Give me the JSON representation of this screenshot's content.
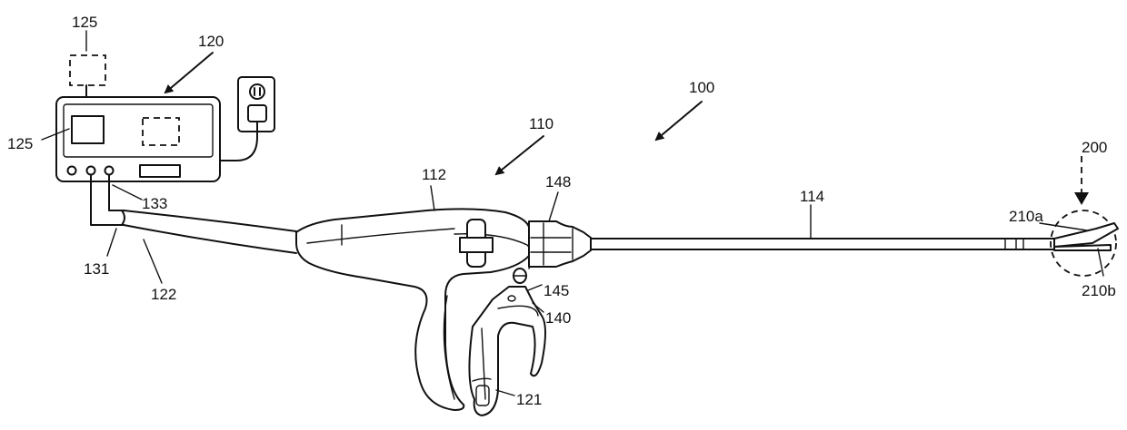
{
  "labels": {
    "l125_top": "125",
    "l120": "120",
    "l125_left": "125",
    "l133": "133",
    "l131": "131",
    "l122": "122",
    "l112": "112",
    "l110": "110",
    "l148": "148",
    "l100": "100",
    "l114": "114",
    "l200": "200",
    "l210a": "210a",
    "l210b": "210b",
    "l145": "145",
    "l140": "140",
    "l121": "121"
  },
  "colors": {
    "line": "#111111",
    "background": "#ffffff"
  }
}
